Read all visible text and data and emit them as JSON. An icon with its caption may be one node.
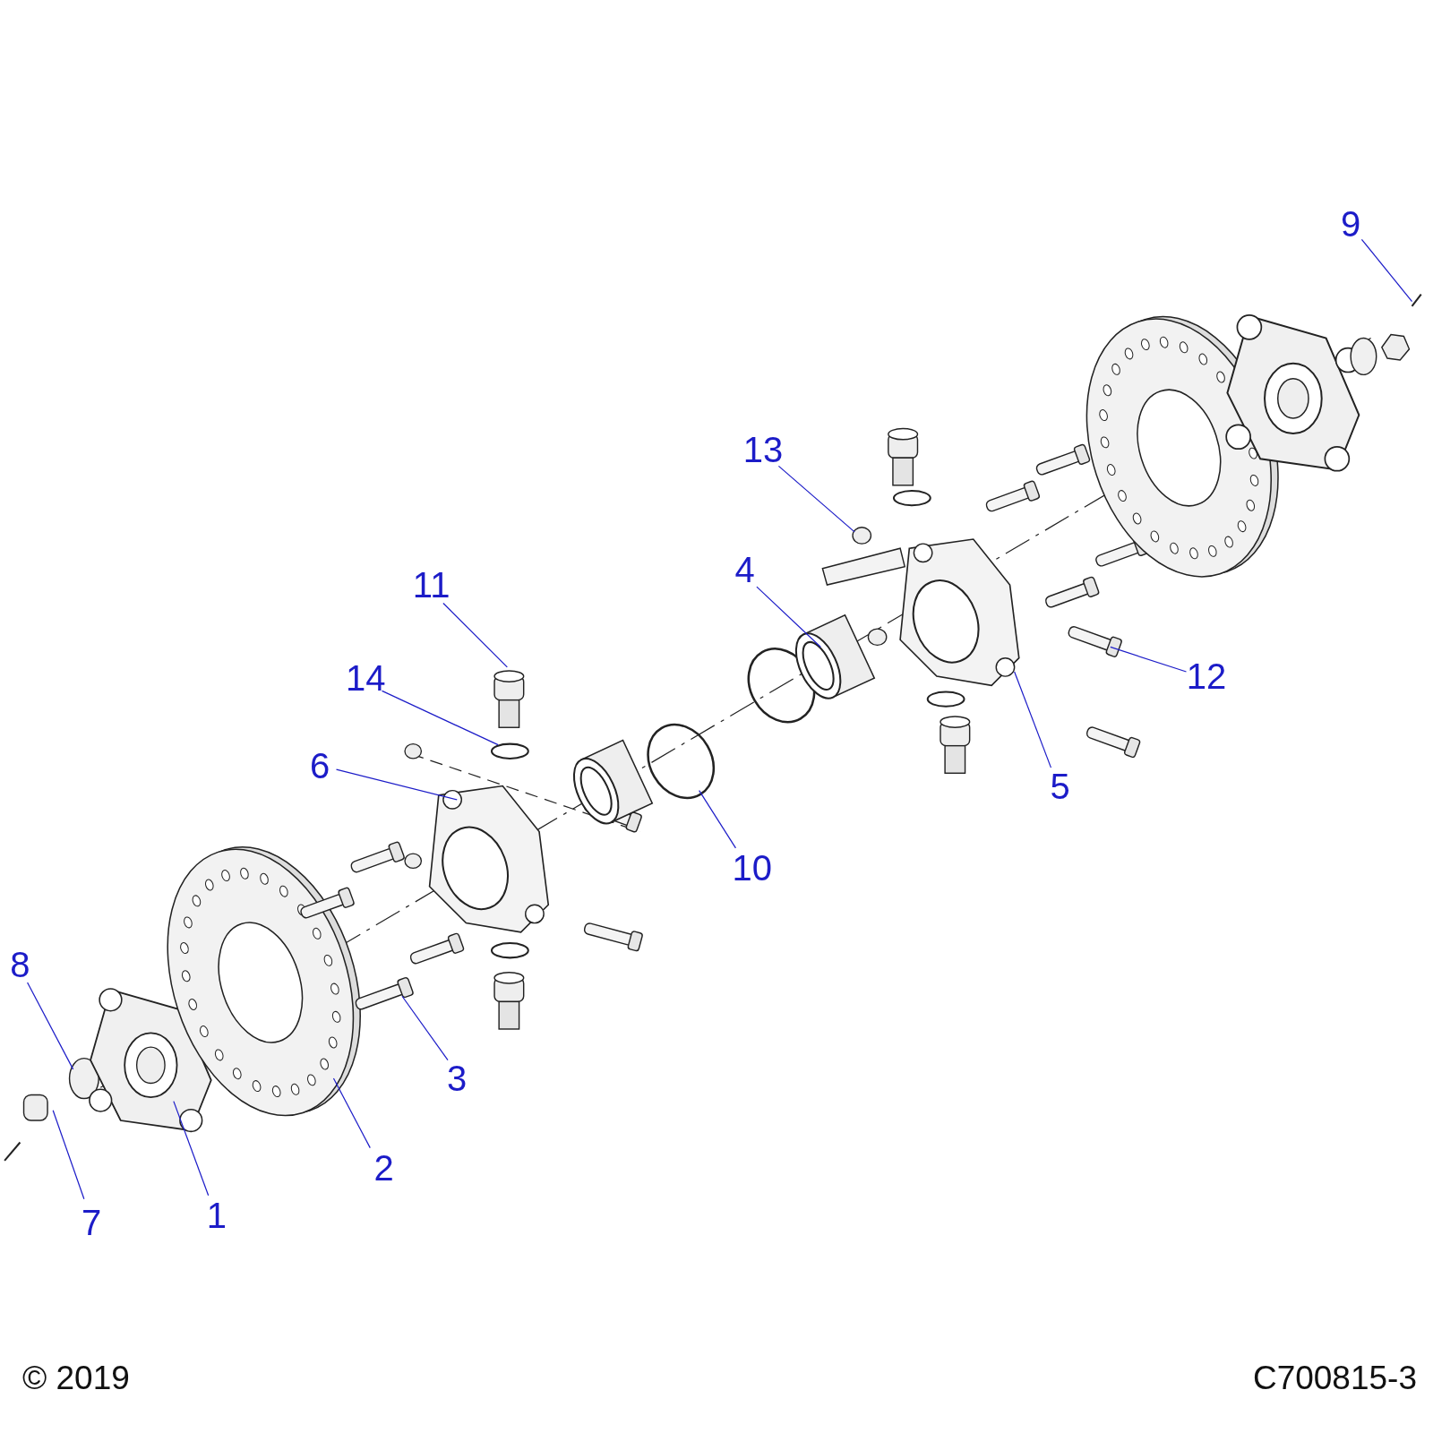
{
  "diagram": {
    "nodes": [
      {
        "text": [
          "1"
        ]
      },
      {
        "text": [
          "2"
        ]
      },
      {
        "text": [
          "3"
        ]
      },
      {
        "text": [
          "4"
        ]
      },
      {
        "text": [
          "5"
        ]
      },
      {
        "text": [
          "6"
        ]
      },
      {
        "text": [
          "7"
        ]
      },
      {
        "text": [
          "8"
        ]
      },
      {
        "text": [
          "9"
        ]
      },
      {
        "text": [
          "10"
        ]
      },
      {
        "text": [
          "11"
        ]
      },
      {
        "text": [
          "12"
        ]
      },
      {
        "text": [
          "13"
        ]
      },
      {
        "text": [
          "14"
        ]
      }
    ],
    "edges": [
      {
        "from": 0,
        "to": null,
        "arrow": "none"
      },
      {
        "from": 1,
        "to": null,
        "arrow": "none"
      },
      {
        "from": 2,
        "to": null,
        "arrow": "none"
      },
      {
        "from": 3,
        "to": null,
        "arrow": "none"
      },
      {
        "from": 4,
        "to": null,
        "arrow": "none"
      },
      {
        "from": 5,
        "to": null,
        "arrow": "none"
      },
      {
        "from": 6,
        "to": null,
        "arrow": "none"
      },
      {
        "from": 7,
        "to": null,
        "arrow": "none"
      },
      {
        "from": 8,
        "to": null,
        "arrow": "none"
      },
      {
        "from": 9,
        "to": null,
        "arrow": "none"
      },
      {
        "from": 10,
        "to": null,
        "arrow": "none"
      },
      {
        "from": 11,
        "to": null,
        "arrow": "none"
      },
      {
        "from": 12,
        "to": null,
        "arrow": "none"
      },
      {
        "from": 13,
        "to": null,
        "arrow": "none"
      }
    ],
    "labels": [
      "© 2019",
      "C700815-3"
    ]
  }
}
